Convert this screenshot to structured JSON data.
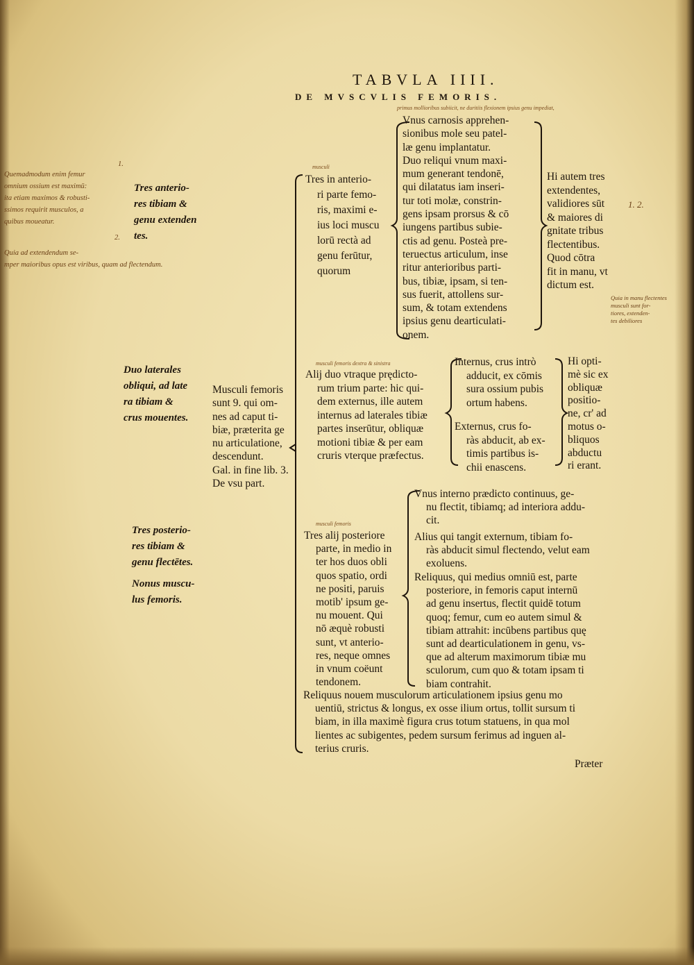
{
  "header": {
    "title": "TABVLA IIII.",
    "subtitle": "DE MVSCVLIS FEMORIS."
  },
  "margin_notes": {
    "anterior": [
      "Tres anterio-",
      "res tibiam &",
      "genu extenden",
      "tes."
    ],
    "lateral": [
      "Duo laterales",
      "obliqui, ad late",
      "ra tibiam &",
      "crus mouentes."
    ],
    "posterior": [
      "Tres posterio-",
      "res tibiam &",
      "genu flectētes."
    ],
    "ninth": [
      "Nonus muscu-",
      "lus femoris."
    ]
  },
  "handwritten": {
    "mark_1": "1.",
    "note_1": [
      "Quemadmodum enim femur",
      "omnium ossium est maximū:",
      "ita etiam maximos & robusti-",
      "ssimos requirit musculos, a",
      "quibus moueatur."
    ],
    "mark_2": "2.",
    "note_2": [
      "Quia ad extendendum se-",
      "mper maioribus opus est viribus, quam ad flectendum."
    ],
    "right_marks": "1. 2.",
    "right_note": [
      "Quia in manu flectentes",
      "musculi sunt for-",
      "tiores, extenden-",
      "tes debiliores"
    ],
    "gloss_top": "primus   mollioribus subiicit, ne duritiis flexionem ipsius genu impediat,",
    "gloss_musculi": "musculi",
    "gloss_femoris": "musculi femoris   dextra & sinistra",
    "gloss_post": "musculi femoris"
  },
  "blocks": {
    "anterior_intro": [
      "Tres in anterio-",
      "ri parte femo-",
      "ris, maximi e-",
      "ius loci muscu",
      "lorū rectà ad",
      "genu ferūtur,",
      "quorum"
    ],
    "anterior_detail": [
      "Vnus carnosis apprehen-",
      "sionibus mole seu patel-",
      "læ genu implantatur.",
      "Duo reliqui vnum maxi-",
      "mum generant tendonē,",
      "qui dilatatus iam inseri-",
      "tur toti molæ, constrin-",
      "gens ipsam prorsus & cō",
      "iungens partibus subie-",
      "ctis ad genu. Posteà pre-",
      "teruectus articulum, inse",
      "ritur anterioribus parti-",
      "bus, tibiæ, ipsam, si ten-",
      "sus fuerit, attollens sur-",
      "sum, & totam extendens",
      "ipsius genu dearticulati-",
      "onem."
    ],
    "anterior_note": [
      "Hi autem tres",
      "extendentes,",
      "validiores sūt",
      "& maiores di",
      "gnitate tribus",
      "flectentibus.",
      "Quod cōtra",
      "fit in manu, vt",
      "dictum est."
    ],
    "musculi_femoris": [
      "Musculi femoris",
      "sunt 9. qui om-",
      "nes ad caput ti-",
      "biæ, præterita ge",
      "nu articulatione,",
      "descendunt.",
      "Gal. in fine lib. 3.",
      "De vsu part."
    ],
    "lateral_intro": [
      "Alij duo vtraque prędicto-",
      "rum trium parte: hic qui-",
      "dem externus, ille autem",
      "internus ad laterales tibiæ",
      "partes inserūtur, obliquæ",
      "motioni tibiæ & per eam",
      "cruris vterque præfectus."
    ],
    "internus": [
      "Internus, crus intrò",
      "adducit, ex cōmis",
      "sura ossium pubis",
      "ortum habens."
    ],
    "externus": [
      "Externus, crus fo-",
      "ràs abducit, ab ex-",
      "timis partibus is-",
      "chii enascens."
    ],
    "lateral_note": [
      "Hi opti-",
      "mè sic ex",
      "obliquæ",
      "positio-",
      "ne, cr' ad",
      "motus o-",
      "bliquos",
      "abductu",
      "ri erant."
    ],
    "posterior_intro": [
      "Tres alij posteriore",
      "parte, in medio in",
      "ter hos duos obli",
      "quos spatio, ordi",
      "ne positi, paruis",
      "motib' ipsum ge-",
      "nu mouent. Qui",
      "nō æquè robusti",
      "sunt, vt anterio-",
      "res, neque omnes",
      "in vnum coëunt",
      "tendonem."
    ],
    "post_1": [
      "Vnus interno prædicto continuus, ge-",
      "nu flectit, tibiamq; ad interiora addu-",
      "cit."
    ],
    "post_2": [
      "Alius qui tangit externum, tibiam fo-",
      "ràs abducit simul flectendo, velut eam",
      "exoluens."
    ],
    "post_3": [
      "Reliquus, qui medius omniū est, parte",
      "posteriore, in femoris caput internū",
      "ad genu insertus, flectit quidē totum",
      "quoq; femur, cum eo autem simul &",
      "tibiam attrahit: incūbens partibus quę",
      "sunt ad dearticulationem in genu, vs-",
      "que ad alterum maximorum tibiæ mu",
      "sculorum, cum quo & totam ipsam ti",
      "biam contrahit."
    ],
    "ninth": [
      "Reliquus nouem musculorum articulationem ipsius genu mo",
      "uentiū, strictus & longus, ex osse ilium ortus, tollit sursum ti",
      "biam, in illa maximè figura crus totum statuens, in qua mol",
      "lientes ac subigentes, pedem sursum ferimus ad inguen al-",
      "terius cruris."
    ]
  },
  "footer": {
    "catchword": "Præter"
  }
}
